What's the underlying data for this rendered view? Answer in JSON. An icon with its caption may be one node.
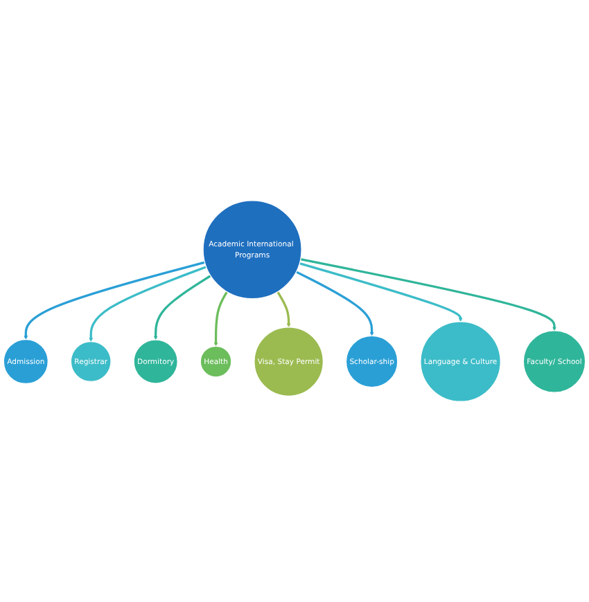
{
  "diagram": {
    "nodes": [
      {
        "text": [
          "Academic International Programs"
        ]
      },
      {
        "text": [
          "Admission"
        ]
      },
      {
        "text": [
          "Registrar"
        ]
      },
      {
        "text": [
          "Dormitory"
        ]
      },
      {
        "text": [
          "Health"
        ]
      },
      {
        "text": [
          "Visa, Stay Permit"
        ]
      },
      {
        "text": [
          "Scholar-ship"
        ]
      },
      {
        "text": [
          "Language & Culture"
        ]
      },
      {
        "text": [
          "Faculty/ School"
        ]
      }
    ],
    "edges": [
      {
        "from": 0,
        "to": 1,
        "arrow": "to",
        "color": "#2a9fd6"
      },
      {
        "from": 0,
        "to": 2,
        "arrow": "to",
        "color": "#3cbcc8"
      },
      {
        "from": 0,
        "to": 3,
        "arrow": "to",
        "color": "#2fb59a"
      },
      {
        "from": 0,
        "to": 4,
        "arrow": "to",
        "color": "#6cbd5c"
      },
      {
        "from": 0,
        "to": 5,
        "arrow": "to",
        "color": "#9bbb50"
      },
      {
        "from": 0,
        "to": 6,
        "arrow": "to",
        "color": "#2a9fd6"
      },
      {
        "from": 0,
        "to": 7,
        "arrow": "to",
        "color": "#3cbcc8"
      },
      {
        "from": 0,
        "to": 8,
        "arrow": "to",
        "color": "#2fb59a"
      }
    ]
  }
}
